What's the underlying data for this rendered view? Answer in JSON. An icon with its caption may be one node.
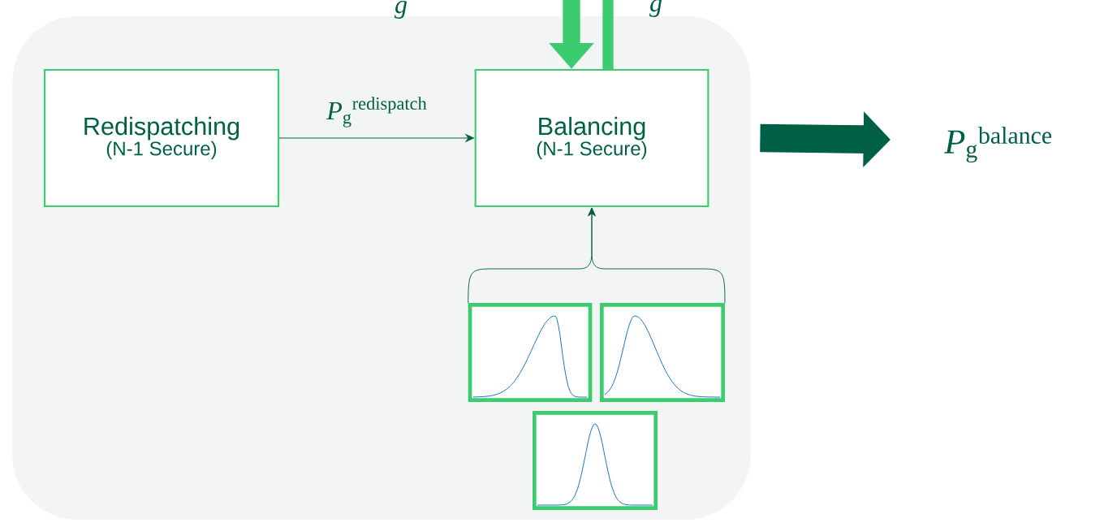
{
  "diagram": {
    "nodes": [
      {
        "text": [],
        "shape": "box"
      },
      {
        "text": [
          "Redispatching",
          "(N-1 Secure)"
        ],
        "in": 0
      },
      {
        "text": [
          "Balancing",
          "(N-1 Secure)"
        ],
        "in": 0
      },
      {
        "text": [],
        "shape": "picture",
        "in": 0
      },
      {
        "text": [],
        "shape": "picture",
        "in": 0
      },
      {
        "text": [],
        "shape": "picture",
        "in": 0
      },
      {
        "text": [
          "*P*$_{g}$$^{balance}$"
        ]
      }
    ],
    "edges": [
      {
        "from": 1,
        "to": 2,
        "arrow": "to",
        "label": "*P*$_{g}$$^{redispatch}$"
      },
      {
        "from": 2,
        "to": 6,
        "arrow": "to",
        "style": "thick"
      },
      {
        "from": 3,
        "to": 2,
        "arrow": "to"
      },
      {
        "from": 4,
        "to": 2,
        "arrow": "to"
      },
      {
        "from": null,
        "to": 2,
        "arrow": "to",
        "style": "thick",
        "color": "#3ccc70"
      },
      {
        "from": 2,
        "to": null,
        "arrow": "none",
        "style": "thick",
        "color": "#3ccc70"
      }
    ],
    "labels": [
      "*g*",
      "*g*"
    ]
  }
}
